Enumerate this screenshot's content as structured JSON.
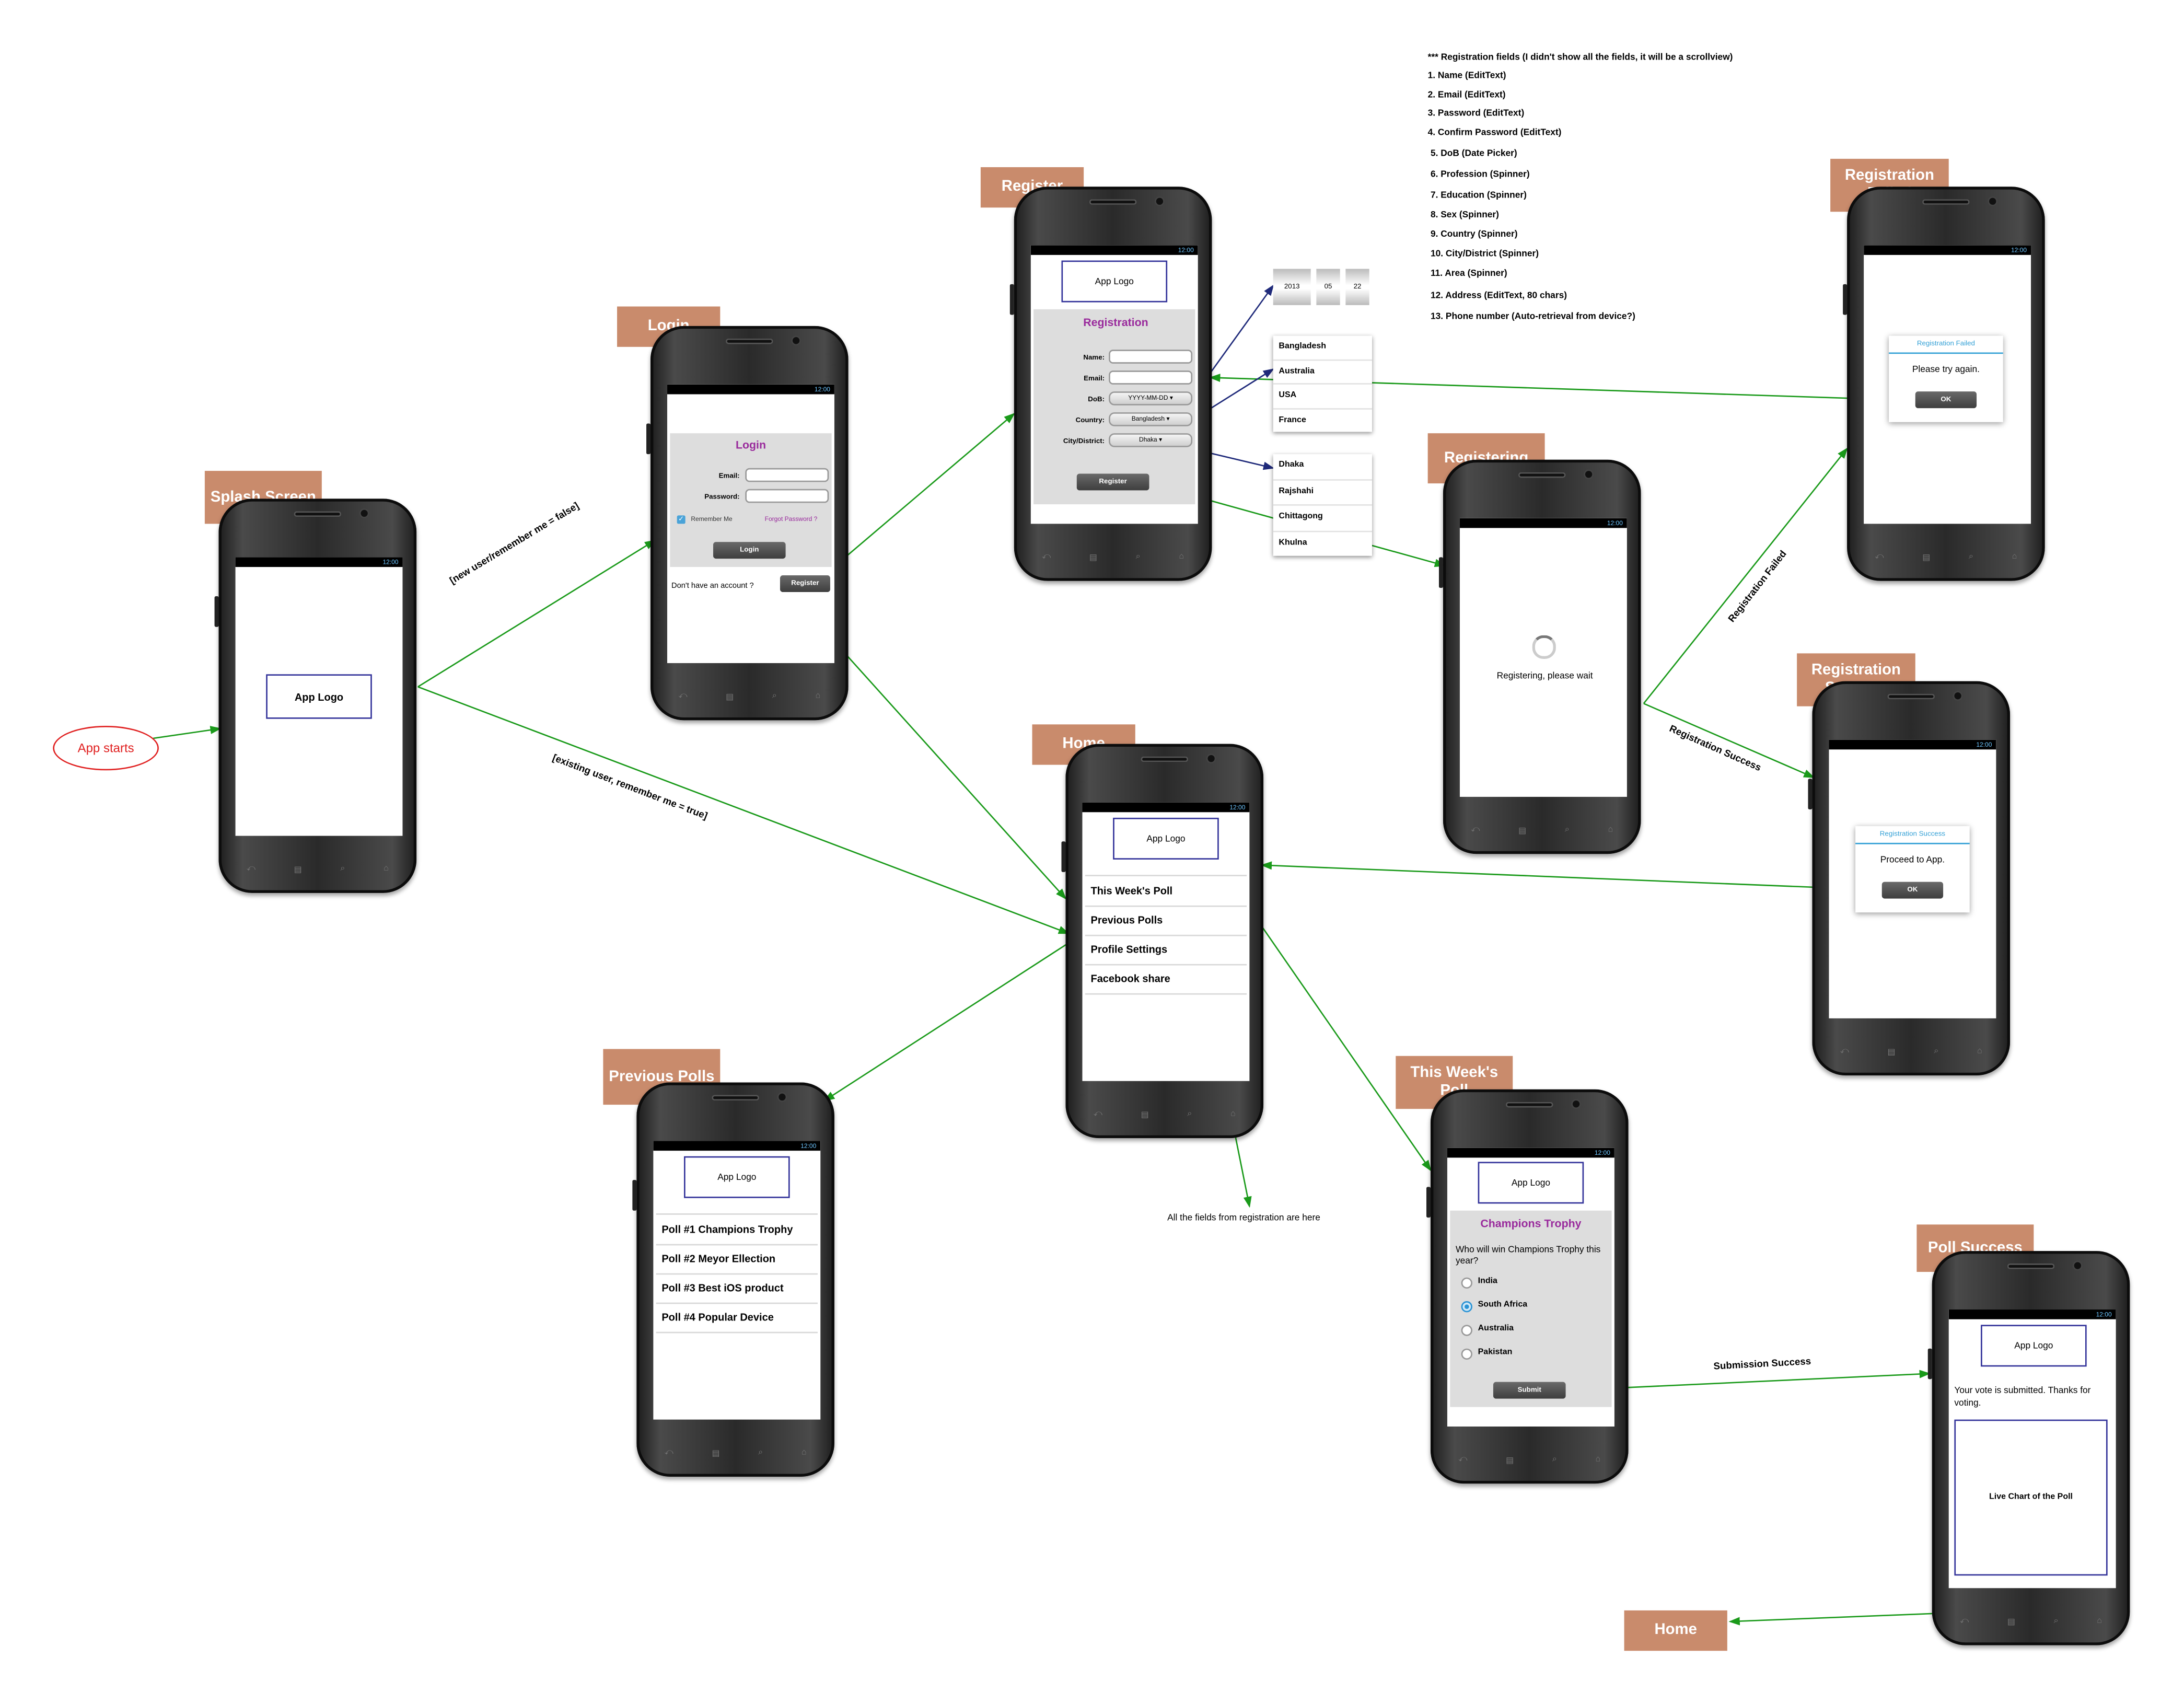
{
  "start": "App starts",
  "labels": {
    "splash": "Splash Screen",
    "login": "Login",
    "register": "Register",
    "registering": "Registering",
    "reg_failed": "Registration Failed",
    "reg_success": "Registration Success",
    "home": "Home",
    "previous_polls": "Previous Polls",
    "this_week": "This Week's Poll",
    "poll_success": "Poll Success",
    "home_end": "Home"
  },
  "status_time": "12:00",
  "app_logo": "App Logo",
  "login": {
    "title": "Login",
    "email": "Email:",
    "password": "Password:",
    "remember": "Remember Me",
    "forgot": "Forgot Password ?",
    "button": "Login",
    "no_account": "Don't have an account ?",
    "register": "Register"
  },
  "register": {
    "title": "Registration",
    "name": "Name:",
    "email": "Email:",
    "dob": "DoB:",
    "dob_value": "YYYY-MM-DD",
    "country": "Country:",
    "country_value": "Bangladesh",
    "city": "City/District:",
    "city_value": "Dhaka",
    "button": "Register"
  },
  "date_picker": [
    "2013",
    "05",
    "22"
  ],
  "countries": [
    "Bangladesh",
    "Australia",
    "USA",
    "France"
  ],
  "cities": [
    "Dhaka",
    "Rajshahi",
    "Chittagong",
    "Khulna"
  ],
  "registering_text": "Registering, please wait",
  "reg_failed": {
    "title": "Registration Failed",
    "message": "Please try again.",
    "ok": "OK"
  },
  "reg_success": {
    "title": "Registration Success",
    "message": "Proceed to App.",
    "ok": "OK"
  },
  "home_menu": [
    "This Week's Poll",
    "Previous Polls",
    "Profile Settings",
    "Facebook share"
  ],
  "previous_polls": [
    "Poll #1 Champions Trophy",
    "Poll #2 Meyor Ellection",
    "Poll #3 Best iOS product",
    "Poll #4 Popular Device"
  ],
  "poll": {
    "title": "Champions Trophy",
    "question": "Who will win Champions Trophy this year?",
    "options": [
      "India",
      "South Africa",
      "Australia",
      "Pakistan"
    ],
    "selected": "South Africa",
    "submit": "Submit"
  },
  "poll_success": {
    "message": "Your vote is submitted. Thanks for voting.",
    "chart": "Live Chart of the Poll"
  },
  "edges": {
    "new_user": "[new user/remember me = false]",
    "existing_user": "[existing user, remember me = true]",
    "reg_failed": "Registration Failed",
    "reg_success": "Registration Success",
    "submission_success": "Submission Success",
    "profile_note": "All the fields from registration are here"
  },
  "notes": [
    "*** Registration fields (I didn't show all the fields, it will be a scrollview)",
    "1. Name (EditText)",
    "2. Email (EditText)",
    "3. Password (EditText)",
    "4. Confirm Password (EditText)",
    "5. DoB (Date Picker)",
    "6. Profession (Spinner)",
    "7. Education (Spinner)",
    "8. Sex (Spinner)",
    "9. Country (Spinner)",
    "10. City/District (Spinner)",
    "11. Area (Spinner)",
    "12. Address (EditText, 80 chars)",
    "13. Phone number (Auto-retrieval from device?)"
  ],
  "colors": {
    "label_bg": "#c98b6c",
    "arrow_green": "#1a9a1a",
    "arrow_navy": "#1f2a7a",
    "accent_purple": "#992a9c",
    "start_red": "#e02020"
  }
}
